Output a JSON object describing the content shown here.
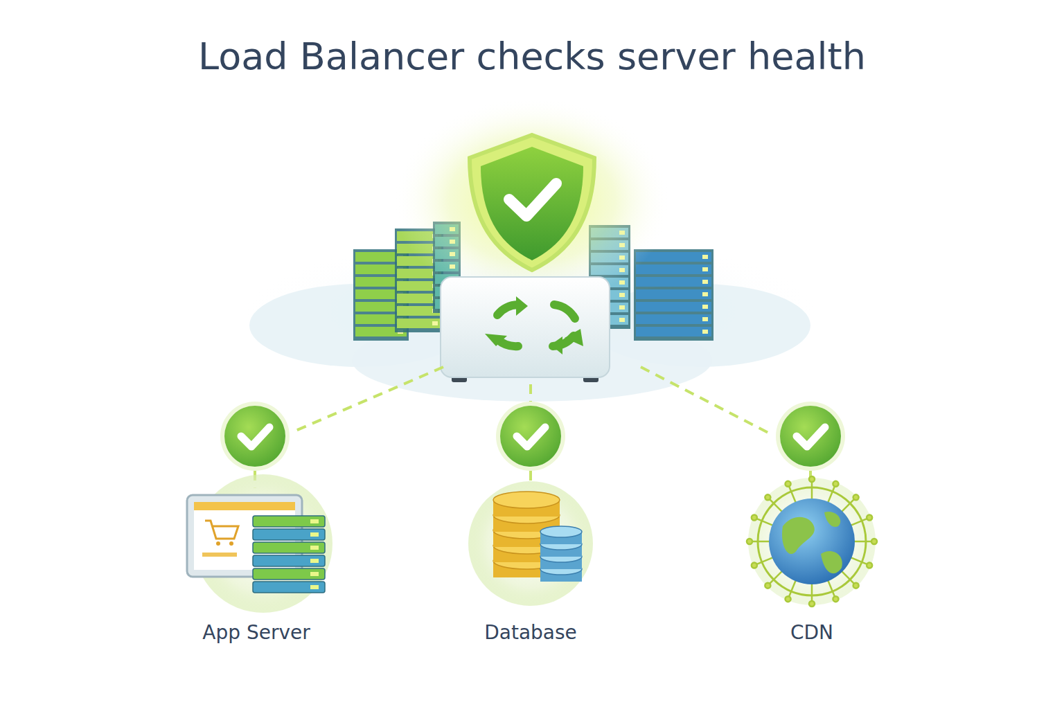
{
  "diagram": {
    "title": "Load Balancer checks server health",
    "nodes": [
      {
        "text": [
          "App Server"
        ]
      },
      {
        "text": [
          "Database"
        ]
      },
      {
        "text": [
          "CDN"
        ]
      }
    ]
  }
}
